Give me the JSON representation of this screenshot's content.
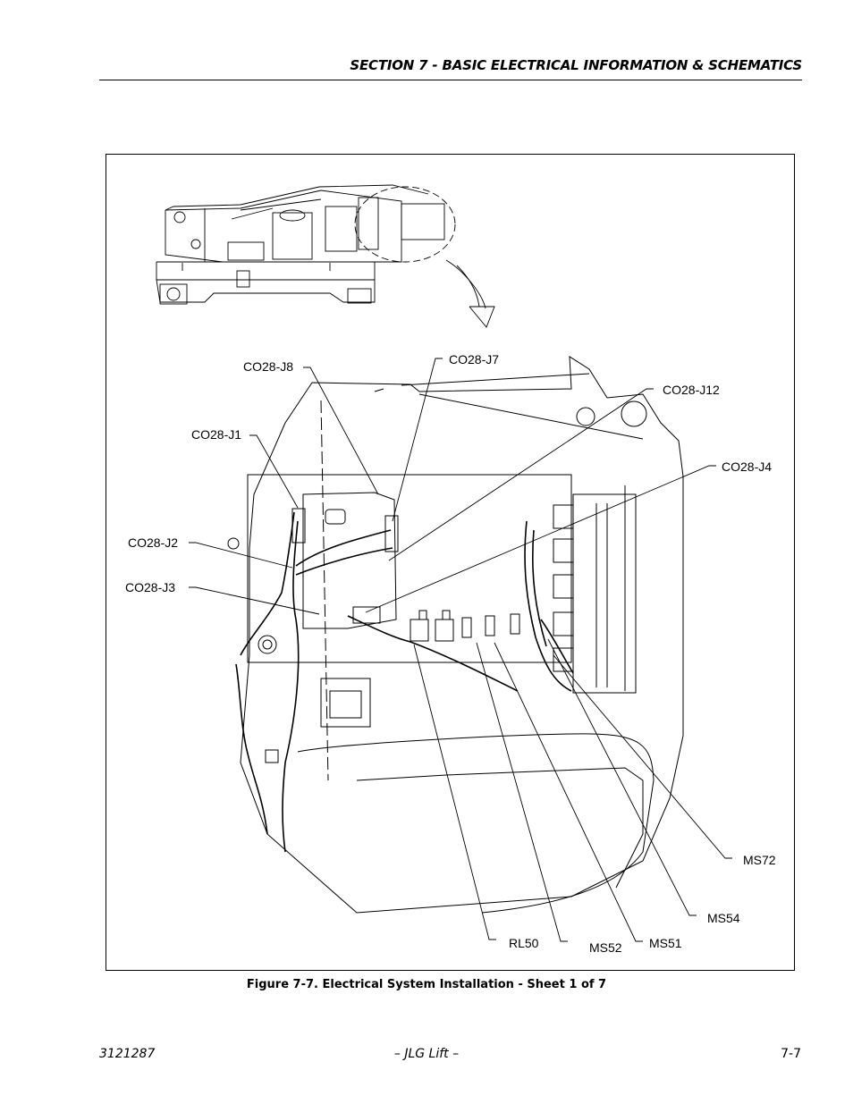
{
  "header": {
    "section_title": "SECTION 7 - BASIC ELECTRICAL INFORMATION & SCHEMATICS"
  },
  "figure": {
    "callouts": [
      "CO28-J8",
      "CO28-J7",
      "CO28-J12",
      "CO28-J1",
      "CO28-J4",
      "CO28-J2",
      "CO28-J3",
      "MS72",
      "MS54",
      "RL50",
      "MS52",
      "MS51"
    ],
    "caption": "Figure 7-7.  Electrical System Installation - Sheet 1 of 7"
  },
  "footer": {
    "doc_number": "3121287",
    "brand": "– JLG Lift –",
    "page_number": "7-7"
  }
}
